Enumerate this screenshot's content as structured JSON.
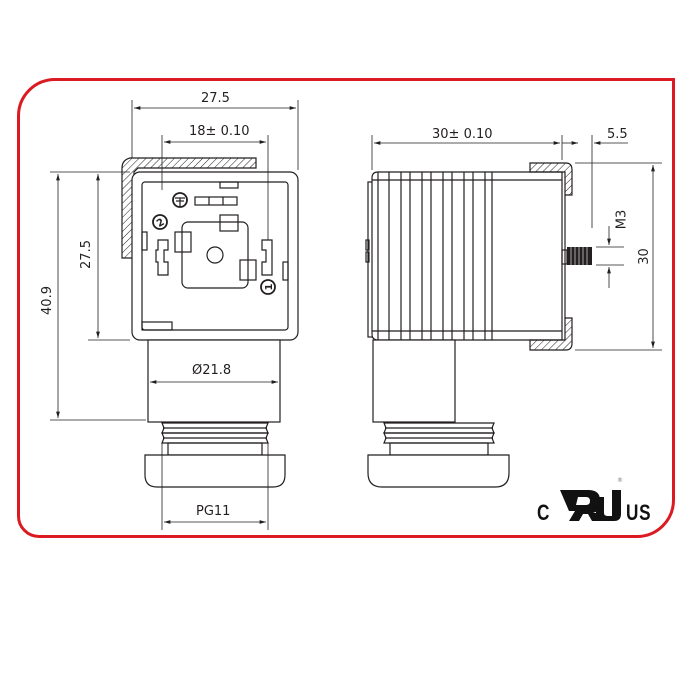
{
  "figure": {
    "frame_color": "#dc1a22",
    "line_color": "#231f20",
    "front_view": {
      "dims": {
        "overall_width": "27.5",
        "pin_spacing": "18± 0.10",
        "body_height": "27.5",
        "overall_height": "40.9",
        "neck_diameter": "Ø21.8",
        "cable_gland_thread": "PG11"
      },
      "pin_markers": [
        "ground-symbol",
        "2",
        "1"
      ]
    },
    "side_view": {
      "dims": {
        "body_length": "30± 0.10",
        "screw_protrusion": "5.5",
        "screw_thread": "M3",
        "height": "30"
      }
    },
    "certification": {
      "prefix": "C",
      "mark": "UL",
      "suffix": "US",
      "registered": "®"
    }
  }
}
